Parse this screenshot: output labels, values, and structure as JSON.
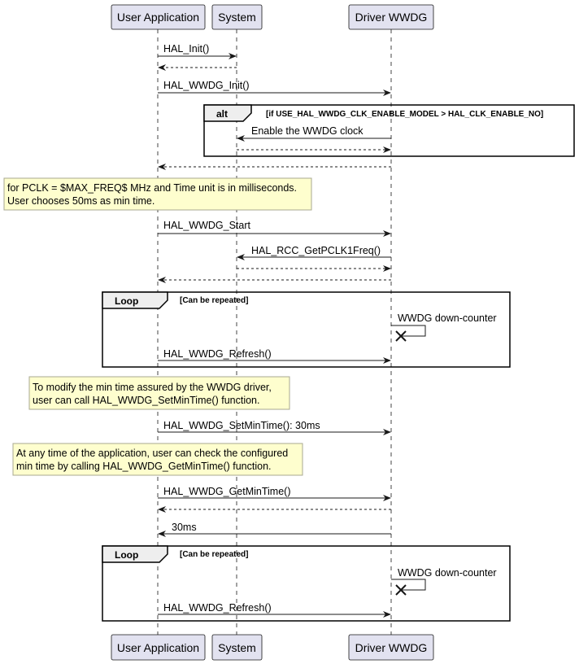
{
  "participants": [
    {
      "id": "app",
      "label": "User Application"
    },
    {
      "id": "sys",
      "label": "System"
    },
    {
      "id": "drv",
      "label": "Driver WWDG"
    }
  ],
  "frames": [
    {
      "id": "alt1",
      "kind": "alt",
      "condition": "[if USE_HAL_WWDG_CLK_ENABLE_MODEL > HAL_CLK_ENABLE_NO]"
    },
    {
      "id": "loop1",
      "kind": "Loop",
      "condition": "[Can be repeated]"
    },
    {
      "id": "loop2",
      "kind": "Loop",
      "condition": "[Can be repeated]"
    }
  ],
  "notes": [
    {
      "id": "note1",
      "lines": [
        "for PCLK = $MAX_FREQ$ MHz and Time unit is in milliseconds.",
        "User chooses 50ms as min time."
      ]
    },
    {
      "id": "note2",
      "lines": [
        "To modify the min time assured by the WWDG driver,",
        "user can call HAL_WWDG_SetMinTime() function."
      ]
    },
    {
      "id": "note3",
      "lines": [
        "At any time of the application, user can check the configured",
        "min time by calling HAL_WWDG_GetMinTime() function."
      ]
    }
  ],
  "messages": [
    {
      "id": "m1",
      "from": "app",
      "to": "sys",
      "label": "HAL_Init()",
      "style": "solid"
    },
    {
      "id": "m2",
      "from": "sys",
      "to": "app",
      "label": "",
      "style": "dashed"
    },
    {
      "id": "m3",
      "from": "app",
      "to": "drv",
      "label": "HAL_WWDG_Init()",
      "style": "solid"
    },
    {
      "id": "m4",
      "from": "drv",
      "to": "sys",
      "label": "Enable the WWDG clock",
      "style": "solid"
    },
    {
      "id": "m5",
      "from": "sys",
      "to": "drv",
      "label": "",
      "style": "dashed"
    },
    {
      "id": "m6",
      "from": "drv",
      "to": "app",
      "label": "",
      "style": "dashed"
    },
    {
      "id": "m7",
      "from": "app",
      "to": "drv",
      "label": "HAL_WWDG_Start",
      "style": "solid"
    },
    {
      "id": "m8",
      "from": "drv",
      "to": "sys",
      "label": "HAL_RCC_GetPCLK1Freq()",
      "style": "solid"
    },
    {
      "id": "m9",
      "from": "sys",
      "to": "drv",
      "label": "",
      "style": "dashed"
    },
    {
      "id": "m10",
      "from": "drv",
      "to": "app",
      "label": "",
      "style": "dashed"
    },
    {
      "id": "m11",
      "from": "drv",
      "to": "drv",
      "label": "WWDG down-counter",
      "style": "self-destroy"
    },
    {
      "id": "m12",
      "from": "app",
      "to": "drv",
      "label": "HAL_WWDG_Refresh()",
      "style": "solid"
    },
    {
      "id": "m13",
      "from": "app",
      "to": "drv",
      "label": "HAL_WWDG_SetMinTime(): 30ms",
      "style": "solid"
    },
    {
      "id": "m14",
      "from": "app",
      "to": "drv",
      "label": "HAL_WWDG_GetMinTime()",
      "style": "solid"
    },
    {
      "id": "m15",
      "from": "drv",
      "to": "app",
      "label": "",
      "style": "dashed"
    },
    {
      "id": "m16",
      "from": "drv",
      "to": "app",
      "label": "30ms",
      "style": "solid"
    },
    {
      "id": "m17",
      "from": "drv",
      "to": "drv",
      "label": "WWDG down-counter",
      "style": "self-destroy"
    },
    {
      "id": "m18",
      "from": "app",
      "to": "drv",
      "label": "HAL_WWDG_Refresh()",
      "style": "solid"
    }
  ],
  "colors": {
    "participant_fill": "#e2e2f0",
    "participant_stroke": "#181818",
    "note_fill": "#fefece",
    "note_stroke": "#a8a890",
    "lifeline": "#181818",
    "frame_fill": "#eeeeee"
  }
}
